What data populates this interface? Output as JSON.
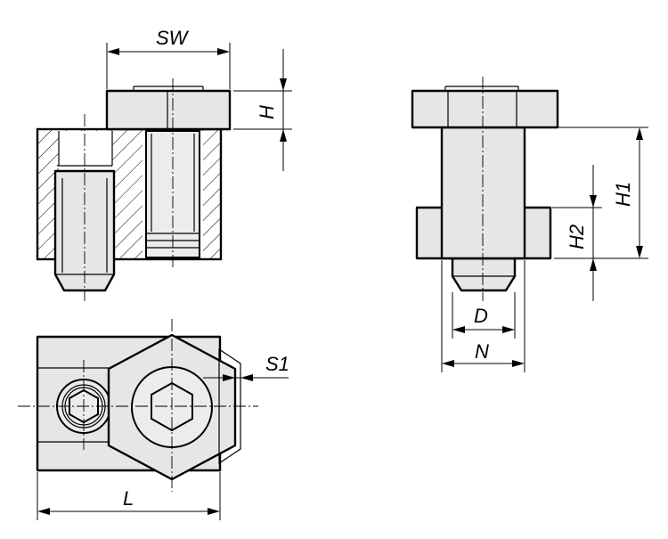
{
  "labels": {
    "sw": "SW",
    "h": "H",
    "h1": "H1",
    "h2": "H2",
    "d": "D",
    "n": "N",
    "s1": "S1",
    "l": "L"
  }
}
